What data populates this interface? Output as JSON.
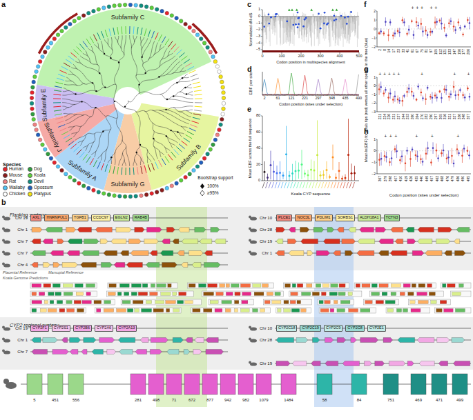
{
  "diagram": {
    "nodes": [
      {
        "text": [
          "Flanking synteny"
        ]
      },
      {
        "text": [
          "AXL"
        ],
        "in": 0
      },
      {
        "text": [
          "HNRNPUL1"
        ],
        "in": 0
      },
      {
        "text": [
          "TGFB1"
        ],
        "in": 0
      },
      {
        "text": [
          "CCDC97"
        ],
        "in": 0
      },
      {
        "text": [
          "EGLN2"
        ],
        "in": 0
      },
      {
        "text": [
          "RAB4B"
        ],
        "in": 0
      },
      {
        "text": [
          "PLCE1"
        ],
        "in": 0
      },
      {
        "text": [
          "NOC3L"
        ],
        "in": 0
      },
      {
        "text": [
          "PDLIM1"
        ],
        "in": 0
      },
      {
        "text": [
          "SORBS1"
        ],
        "in": 0
      },
      {
        "text": [
          "ALDH18A1"
        ],
        "in": 0
      },
      {
        "text": [
          "TCTN3"
        ],
        "in": 0
      },
      {
        "text": [
          "CYP2 regional synteny"
        ]
      },
      {
        "text": [
          "CYP2F1"
        ],
        "in": 13
      },
      {
        "text": [
          "CYP2S1"
        ],
        "in": 13
      },
      {
        "text": [
          "CYP2B6"
        ],
        "in": 13
      },
      {
        "text": [
          "CYP2A6"
        ],
        "in": 13
      },
      {
        "text": [
          "CYP2A13"
        ],
        "in": 13
      },
      {
        "text": [
          "CYP2C18"
        ],
        "in": 13
      },
      {
        "text": [
          "CYP2C19"
        ],
        "in": 13
      },
      {
        "text": [
          "CYP2C9"
        ],
        "in": 13
      },
      {
        "text": [
          "CYP2C8"
        ],
        "in": 13
      },
      {
        "text": [
          "CYP2E1"
        ],
        "in": 13
      }
    ],
    "labels": [
      "a",
      "b",
      "c",
      "d",
      "e",
      "f",
      "g",
      "h",
      "Subfamily C",
      "Subfamily E",
      "Subfamily J",
      "Subfamily A",
      "Subfamily G",
      "Subfamily B",
      "Species",
      "Bootstrap support",
      "100%",
      "≥95%",
      "Normalized dN-dS",
      "1",
      "0",
      "−1",
      "−2",
      "−3",
      "−4",
      "−5",
      "0",
      "100",
      "200",
      "300",
      "400",
      "500",
      "Codon position in multispecies alignment",
      "EBF per site",
      "2",
      "61",
      "121",
      "221",
      "297",
      "348",
      "435",
      "490",
      "Codon position (sites under selection)",
      "Mean EBF across the full sequence",
      "0",
      "20",
      "40",
      "60",
      "80",
      "Koala CYP sequence",
      "Mean ln(EBF) for koala tips (red) versus all other species in the tree (blue)",
      "Codon position (sites under selection)",
      "2",
      "1",
      "0",
      "−1",
      "−2",
      "1",
      "0",
      "−1",
      "−2",
      "−3",
      "1",
      "0",
      "−1",
      "−2",
      "2",
      "8",
      "14",
      "17",
      "23",
      "33",
      "41",
      "61",
      "67",
      "75",
      "81",
      "97",
      "105",
      "112",
      "121",
      "133",
      "147",
      "156",
      "177",
      "206",
      "221",
      "224",
      "226",
      "231",
      "237",
      "244",
      "253",
      "260",
      "264",
      "270",
      "282",
      "290",
      "297",
      "305",
      "316",
      "321",
      "327",
      "336",
      "348",
      "357",
      "367",
      "379",
      "398",
      "407",
      "410",
      "419",
      "426",
      "435",
      "440",
      "449",
      "457",
      "463",
      "468",
      "476",
      "479",
      "486",
      "490",
      "495",
      "+",
      "+",
      "+",
      "+",
      "+",
      "+",
      "+",
      "+",
      "+",
      "+",
      "+",
      "+",
      "+",
      "+",
      "+",
      "+",
      "+",
      "+",
      "+",
      "Chr 19",
      "Chr 1",
      "Chr 7",
      "Chr 7",
      "Chr 4",
      "Chr 10",
      "Chr 28",
      "Chr 19",
      "Chr 1",
      "Placental Reference",
      "Marsupial Reference",
      "Koala Genome Predictions",
      "Chr 19",
      "Chr 1",
      "Chr 7",
      "Chr 10",
      "Chr 28",
      "Chr 19",
      "5",
      "451",
      "556",
      "281",
      "498",
      "71",
      "672",
      "877",
      "942",
      "982",
      "1079",
      "1484",
      "58",
      "84",
      "751",
      "469",
      "471",
      "499"
    ],
    "legend": [
      {
        "text": "Human",
        "color": "#e8212a"
      },
      {
        "text": "Dog",
        "color": "#2e9e3f"
      },
      {
        "text": "Mouse",
        "color": "#8b1a1a"
      },
      {
        "text": "Koala",
        "color": "#5ccf3a"
      },
      {
        "text": "Rat",
        "color": "#f08080"
      },
      {
        "text": "Devil",
        "color": "#0f8f7f"
      },
      {
        "text": "Wallaby",
        "color": "#4fc3f7"
      },
      {
        "text": "Opossum",
        "color": "#1f5fbf"
      },
      {
        "text": "Chicken",
        "color": "#ffffff"
      },
      {
        "text": "Platypus",
        "color": "#f5e30f"
      }
    ]
  }
}
